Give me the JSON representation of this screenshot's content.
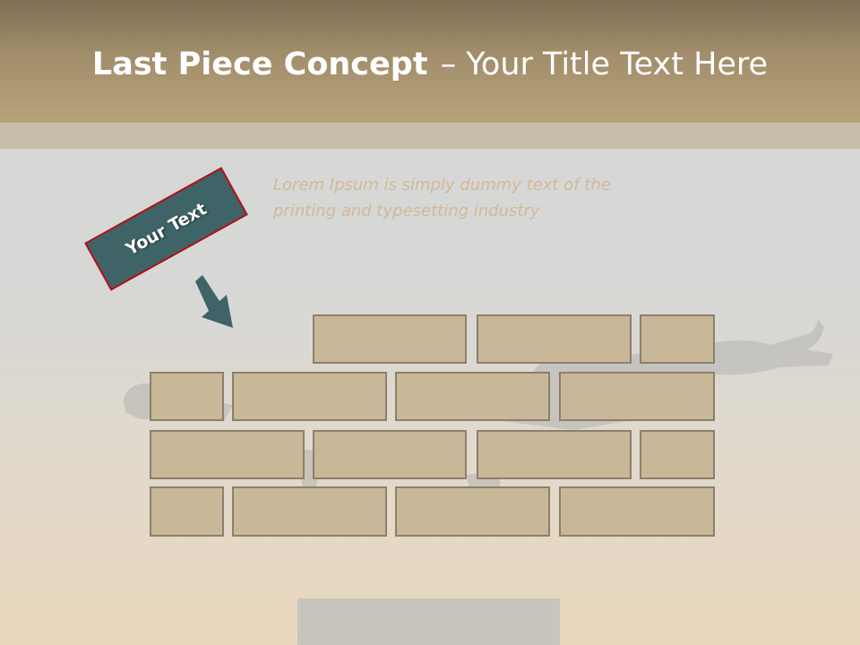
{
  "slide": {
    "title_bold": "Last Piece Concept",
    "title_rest": "– Your Title Text Here",
    "body_text": "Lorem Ipsum is simply dummy text of the printing and typesetting industry",
    "callout_label": "Your Text"
  },
  "colors": {
    "header": "#a28e6b",
    "brick_fill": "#c9b898",
    "brick_border": "#8c7f6d",
    "callout_fill": "#3f6467",
    "callout_border": "#b1121a",
    "body_text": "#d3b896"
  },
  "icons": {
    "arrow": "arrow-down-right-icon",
    "figure": "person-silhouette"
  }
}
